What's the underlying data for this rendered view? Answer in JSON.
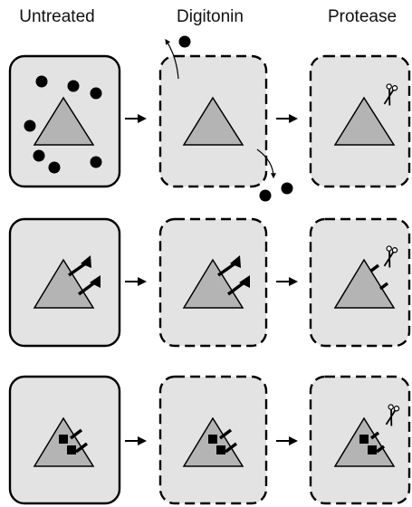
{
  "headers": {
    "untreated": "Untreated",
    "digitonin": "Digitonin",
    "protease": "Protease"
  },
  "colors": {
    "cell_fill": "#e3e3e3",
    "organelle_fill": "#b4b4b4",
    "stroke": "#000000"
  },
  "icons": [
    "scissors-icon",
    "arrow-icon"
  ]
}
